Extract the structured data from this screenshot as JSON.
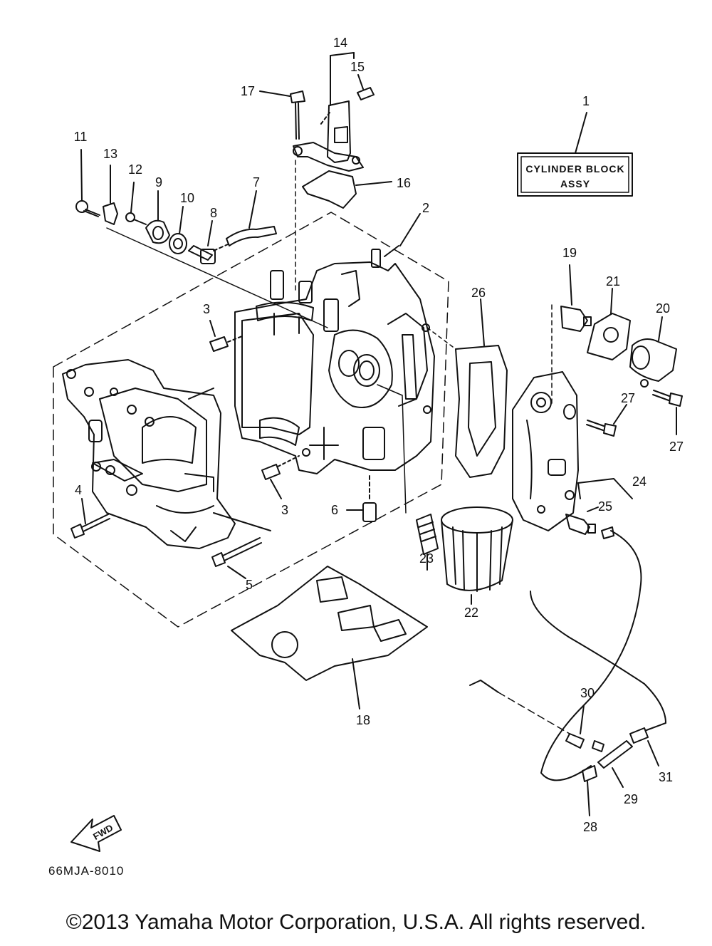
{
  "diagram": {
    "assembly_label": [
      "CYLINDER BLOCK",
      "ASSY"
    ],
    "fwd_label": "FWD",
    "drawing_code": "66MJA-8010",
    "callouts": [
      "1",
      "2",
      "3",
      "3",
      "4",
      "5",
      "6",
      "7",
      "8",
      "9",
      "10",
      "11",
      "12",
      "13",
      "14",
      "15",
      "16",
      "17",
      "18",
      "19",
      "20",
      "21",
      "22",
      "23",
      "24",
      "25",
      "26",
      "27",
      "27",
      "28",
      "29",
      "30",
      "31"
    ]
  },
  "footer": {
    "copyright": "©2013 Yamaha Motor Corporation, U.S.A. All rights reserved."
  }
}
